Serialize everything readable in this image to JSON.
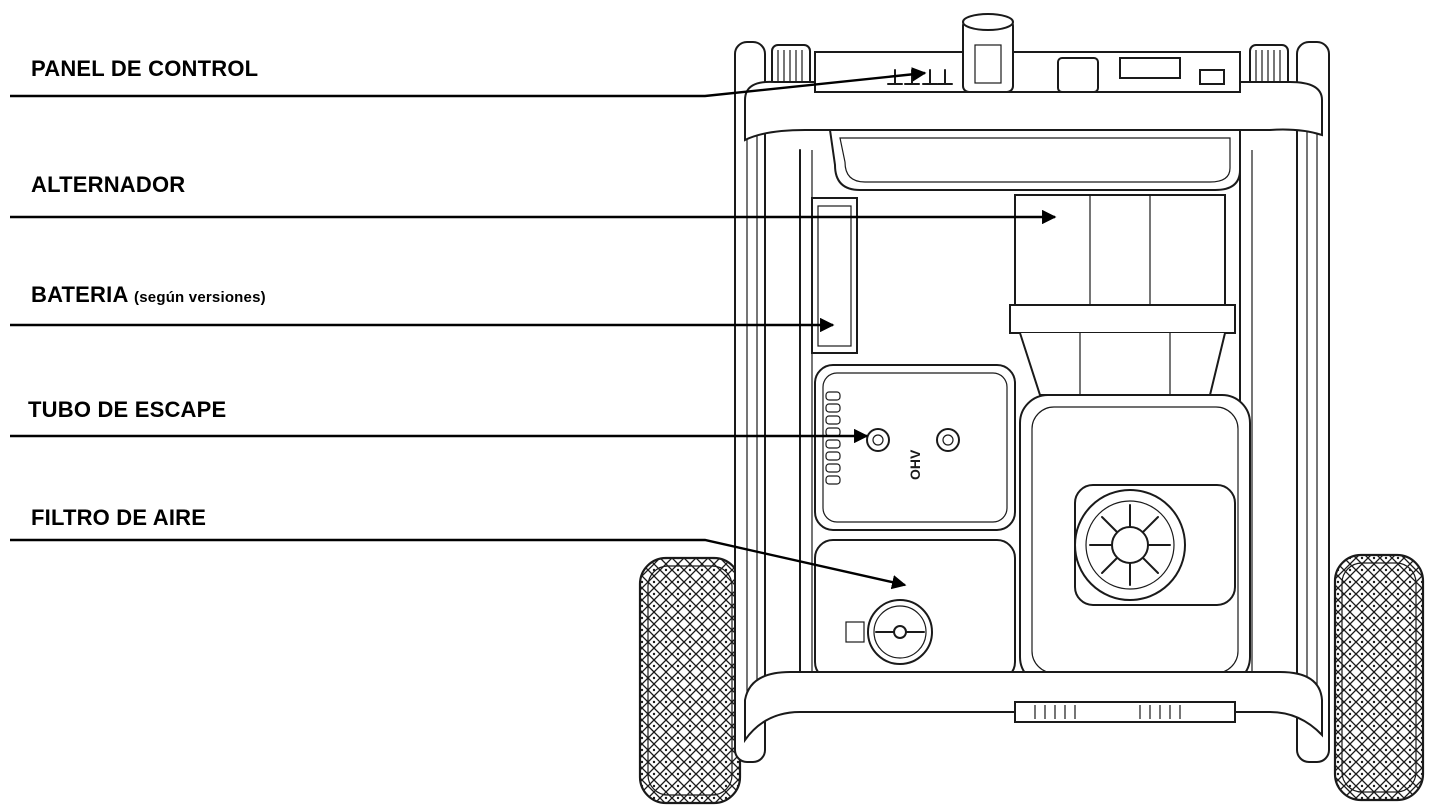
{
  "labels": {
    "panel": "PANEL DE CONTROL",
    "alternator": "ALTERNADOR",
    "battery": "BATERIA",
    "battery_note": "(según versiones)",
    "exhaust": "TUBO DE ESCAPE",
    "air_filter": "FILTRO DE AIRE"
  },
  "engine_marks": "OHV"
}
